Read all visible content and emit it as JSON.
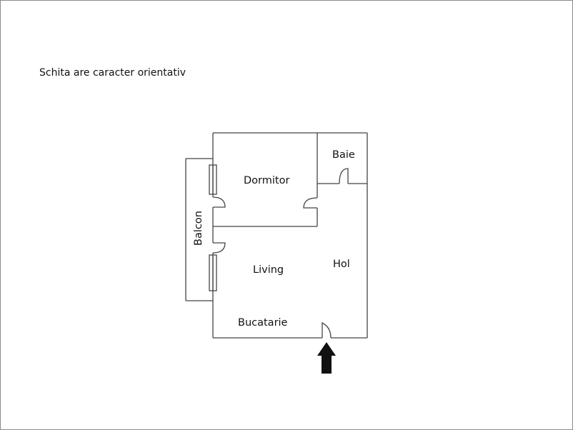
{
  "note": "Schita are caracter orientativ",
  "rooms": {
    "dormitor": "Dormitor",
    "baie": "Baie",
    "balcon": "Balcon",
    "living": "Living",
    "hol": "Hol",
    "bucatarie": "Bucatarie"
  },
  "colors": {
    "wall": "#444444",
    "arrow": "#111111",
    "frame": "#8a8a8a"
  },
  "icons": {
    "entrance": "entrance-arrow-up"
  }
}
